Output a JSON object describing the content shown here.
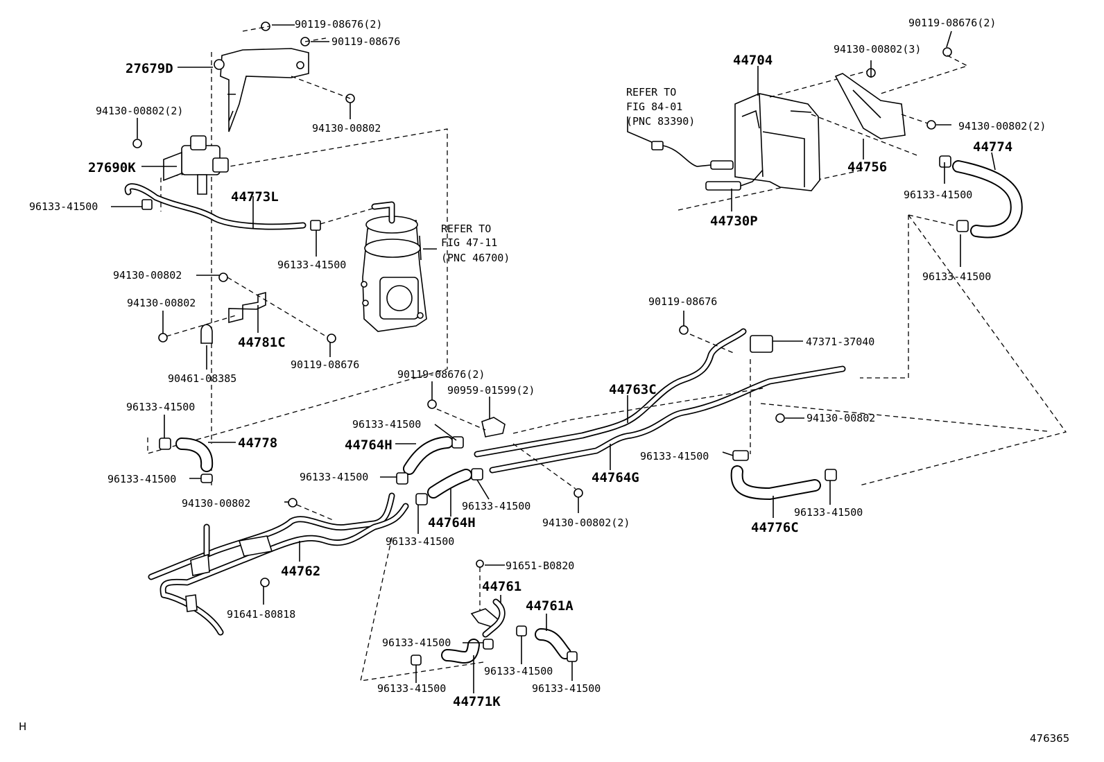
{
  "diagram": {
    "parts": {
      "p27679D": "27679D",
      "p27690K": "27690K",
      "p44773L": "44773L",
      "p44781C": "44781C",
      "p44704": "44704",
      "p44756": "44756",
      "p44774": "44774",
      "p44730P": "44730P",
      "p44763C": "44763C",
      "p44764G": "44764G",
      "p44778": "44778",
      "p44764H_a": "44764H",
      "p44764H_b": "44764H",
      "p44762": "44762",
      "p44776C": "44776C",
      "p44761": "44761",
      "p44761A": "44761A",
      "p44771K": "44771K"
    },
    "numbers": {
      "n01": "90119-08676(2)",
      "n02": "90119-08676",
      "n03": "94130-00802",
      "n04": "94130-00802(2)",
      "n05": "96133-41500",
      "n06": "96133-41500",
      "n07": "94130-00802",
      "n08": "94130-00802",
      "n09": "90119-08676",
      "n10": "90461-08385",
      "n11": "90119-08676(2)",
      "n12": "94130-00802(3)",
      "n13": "94130-00802(2)",
      "n14": "96133-41500",
      "n15": "96133-41500",
      "n16": "90119-08676",
      "n17": "47371-37040",
      "n18": "90119-08676(2)",
      "n19": "90959-01599(2)",
      "n20": "94130-00802",
      "n21": "96133-41500",
      "n22": "96133-41500",
      "n23": "96133-41500",
      "n24": "96133-41500",
      "n25": "96133-41500",
      "n26": "96133-41500",
      "n27": "96133-41500",
      "n28": "94130-00802",
      "n29": "94130-00802(2)",
      "n30": "96133-41500",
      "n31": "96133-41500",
      "n32": "91651-B0820",
      "n33": "91641-80818",
      "n34": "96133-41500",
      "n35": "96133-41500",
      "n36": "96133-41500",
      "n37": "96133-41500"
    },
    "refs": {
      "ref1_line1": "REFER TO",
      "ref1_line2": "FIG 47-11",
      "ref1_line3": "(PNC 46700)",
      "ref2_line1": "REFER TO",
      "ref2_line2": "FIG 84-01",
      "ref2_line3": "(PNC 83390)"
    },
    "footer": {
      "left": "H",
      "right": "476365"
    }
  }
}
